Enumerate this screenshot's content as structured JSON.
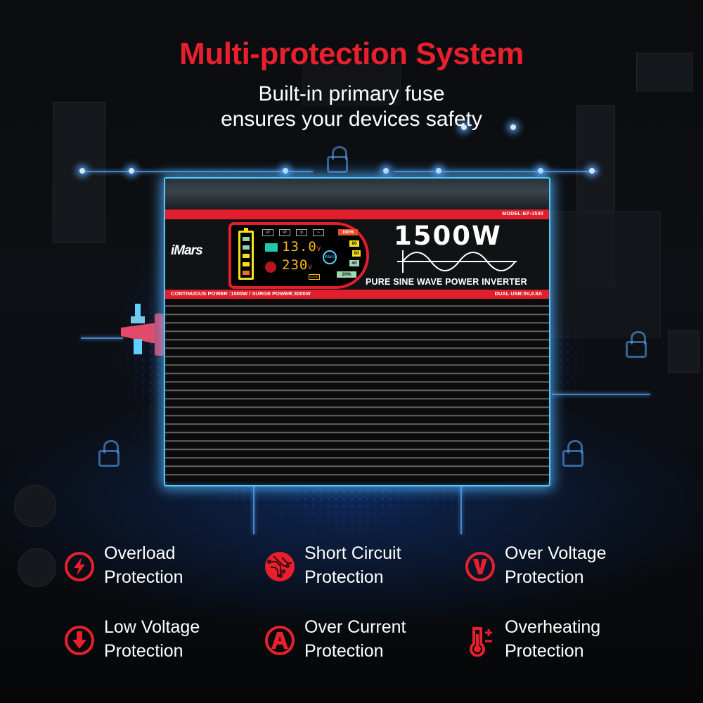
{
  "header": {
    "title": "Multi-protection System",
    "subtitle_line1": "Built-in primary fuse",
    "subtitle_line2": "ensures your devices safety"
  },
  "product": {
    "brand": "iMars",
    "model": "MODEL:EP-1500",
    "wattage": "1500W",
    "type": "PURE SINE WAVE POWER INVERTER",
    "power_spec": "CONTINUOUS POWER :1500W / SURGE POWER:3000W",
    "usb_spec": "DUAL USB:5V,4.8A",
    "display": {
      "input_voltage": "13.0",
      "output_voltage": "230",
      "unit": "V",
      "mode_labels": [
        "VI",
        "VI"
      ],
      "load_label": "LOAD",
      "power_button_label": "iMars",
      "load_levels": [
        "100%",
        "80",
        "60",
        "40",
        "20%"
      ],
      "colors": {
        "frame": "#e11f2c",
        "digits": "#f6b71a",
        "battery": "#f7e21a"
      }
    }
  },
  "features": [
    {
      "icon": "lightning-icon",
      "line1": "Overload",
      "line2": "Protection"
    },
    {
      "icon": "circuit-icon",
      "line1": "Short Circuit",
      "line2": "Protection"
    },
    {
      "icon": "voltage-v-icon",
      "line1": "Over Voltage",
      "line2": "Protection"
    },
    {
      "icon": "down-arrow-icon",
      "line1": "Low Voltage",
      "line2": "Protection"
    },
    {
      "icon": "ampere-a-icon",
      "line1": "Over Current",
      "line2": "Protection"
    },
    {
      "icon": "thermometer-icon",
      "line1": "Overheating",
      "line2": "Protection"
    }
  ],
  "colors": {
    "accent_red": "#e8202e",
    "glow_blue": "#52c8ff",
    "background": "#0a0c0e"
  }
}
